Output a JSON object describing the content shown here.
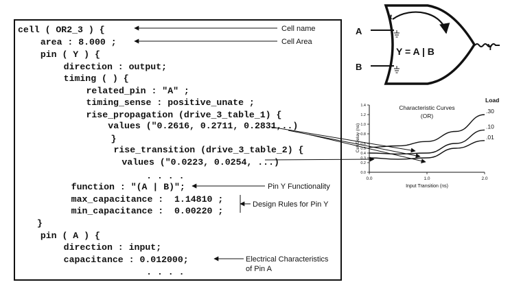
{
  "code_lines": [
    "cell ( OR2_3 ) {",
    "  area : 8.000 ;",
    "  pin ( Y ) {",
    "    direction : output;",
    "    timing ( ) {",
    "      related_pin : \"A\" ;",
    "      timing_sense : positive_unate ;",
    "      rise_propagation (drive_3_table_1) {",
    "        values (\"0.2616, 0.2711, 0.2831,..)",
    "      }",
    "      rise_transition (drive_3_table_2) {",
    "       values (\"0.0223, 0.0254, ...)",
    "          . . . .",
    "    function : \"(A | B)\";",
    "    max_capacitance :  1.14810 ;",
    "    min_capacitance :  0.00220 ;",
    "  }",
    "  pin ( A ) {",
    "    direction : input;",
    "    capacitance : 0.012000;",
    "          . . . ."
  ],
  "annotations": {
    "cell_name": "Cell name",
    "cell_area": "Cell Area",
    "pin_y_functionality": "Pin Y Functionality",
    "design_rules": "Design Rules for Pin Y",
    "electrical_line1": "Electrical Characteristics",
    "electrical_line2": "of Pin A"
  },
  "gate": {
    "input_a": "A",
    "input_b": "B",
    "output_y": "Y",
    "equation": "Y = A | B",
    "arc_label": "t"
  },
  "chart": {
    "title_line1": "Characteristic Curves",
    "title_line2": "(OR)",
    "ylabel": "Cell Delay (ns)",
    "xlabel": "Input Transition (ns)",
    "load_header": "Load",
    "y_ticks": [
      "0.0",
      "0.2",
      "0.3",
      "0.4",
      "0.5",
      "0.6",
      "0.8",
      "1.0",
      "1.2",
      "1.4"
    ],
    "x_ticks": [
      "0.0",
      "1.0",
      "2.0"
    ]
  },
  "chart_data": {
    "type": "line",
    "title": "Characteristic Curves (OR)",
    "xlabel": "Input Transition (ns)",
    "ylabel": "Cell Delay (ns)",
    "xlim": [
      0,
      2.0
    ],
    "ylim": [
      0,
      1.4
    ],
    "legend_title": "Load",
    "series": [
      {
        "name": ".30",
        "x": [
          0,
          0.5,
          1.0,
          1.5,
          2.0
        ],
        "y": [
          0.52,
          0.55,
          0.64,
          0.85,
          1.2
        ]
      },
      {
        "name": ".10",
        "x": [
          0,
          0.5,
          1.0,
          1.5,
          2.0
        ],
        "y": [
          0.4,
          0.38,
          0.4,
          0.6,
          0.88
        ]
      },
      {
        "name": ".01",
        "x": [
          0,
          0.5,
          1.0,
          1.5,
          2.0
        ],
        "y": [
          0.3,
          0.27,
          0.3,
          0.5,
          0.66
        ]
      }
    ]
  }
}
